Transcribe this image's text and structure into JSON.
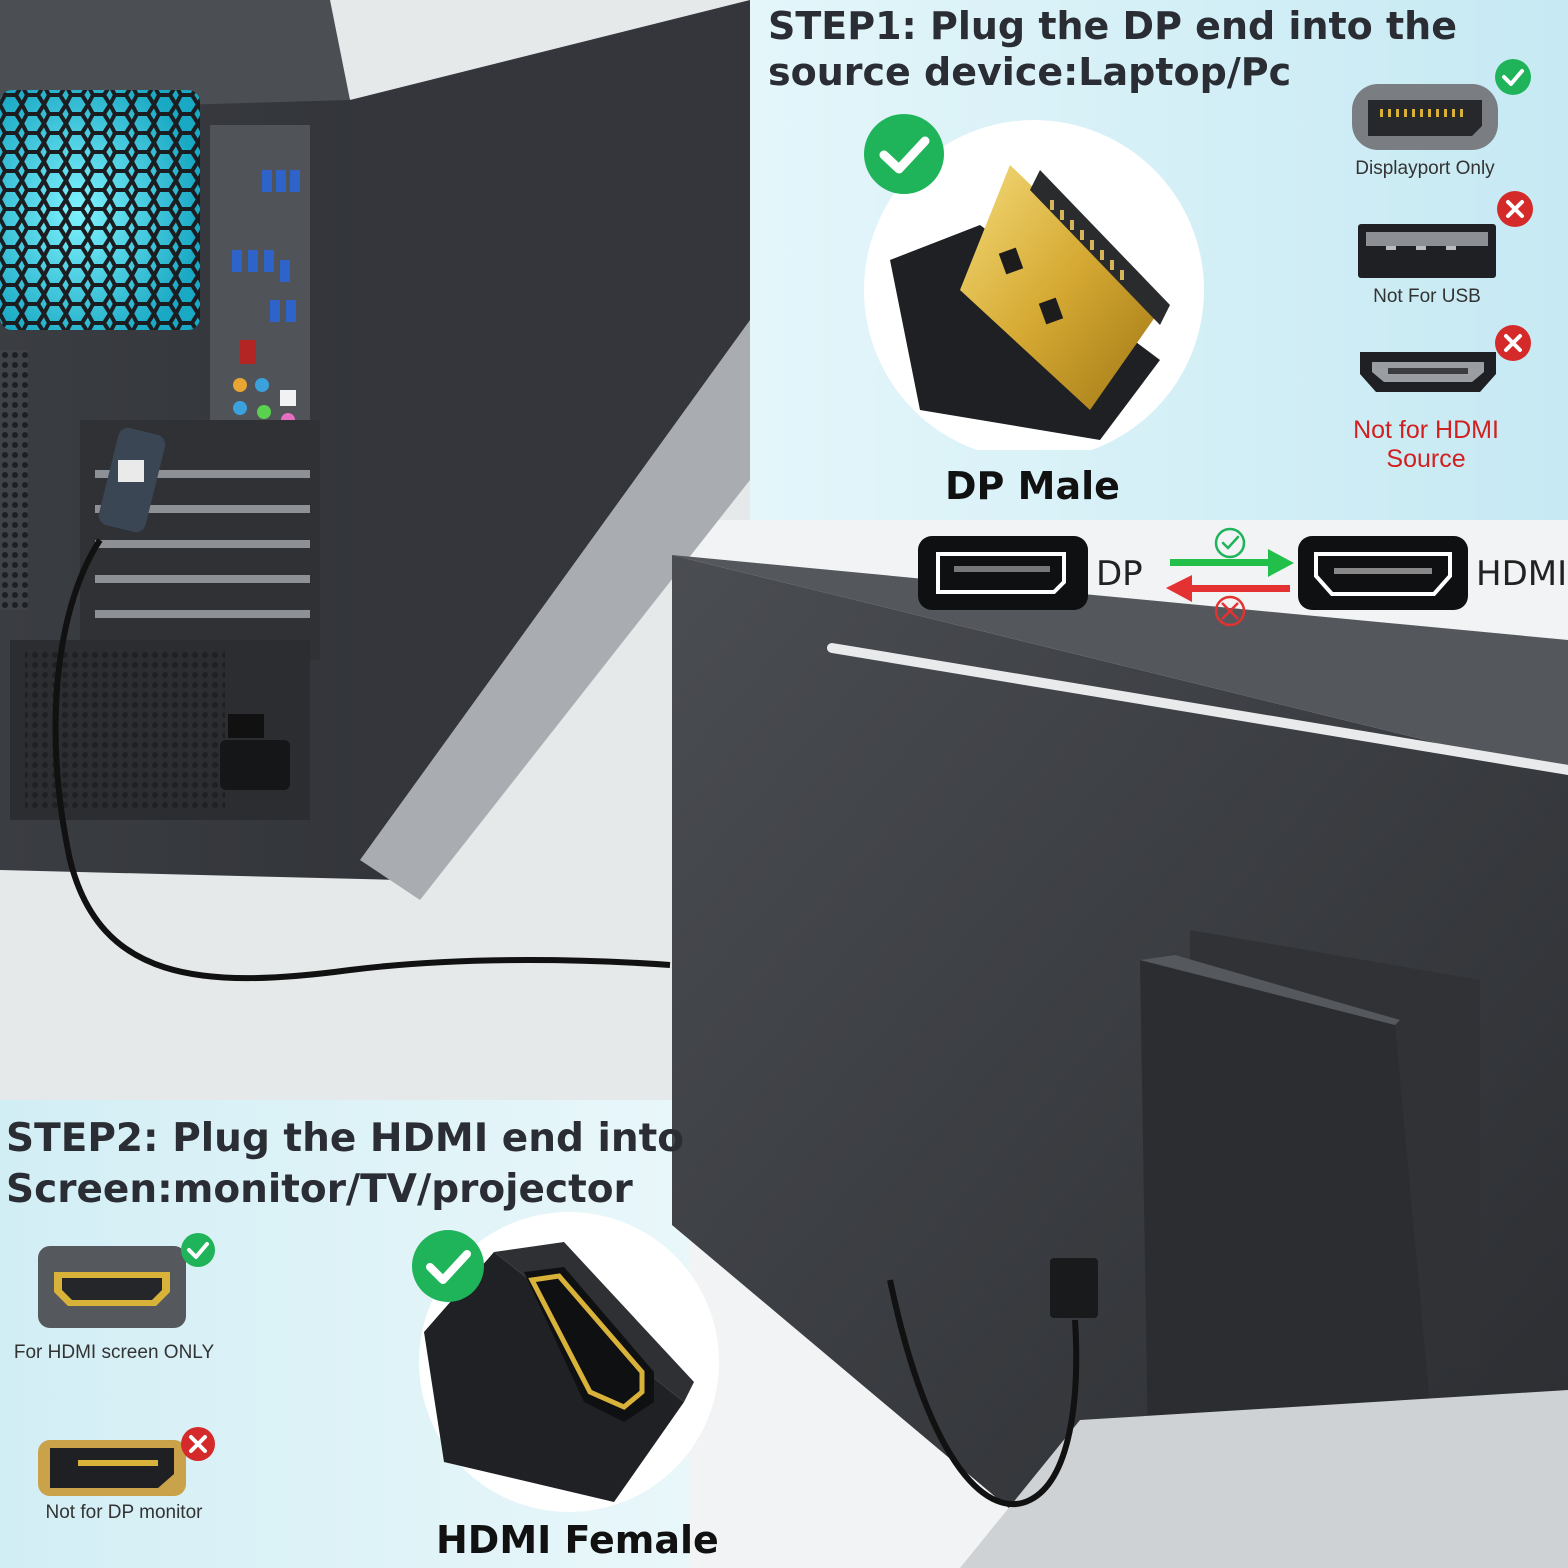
{
  "step1": {
    "title_line1": "STEP1: Plug the DP end into the",
    "title_line2": "source device:Laptop/Pc",
    "connector_label": "DP Male",
    "ports": [
      {
        "caption": "Displayport Only",
        "status": "ok"
      },
      {
        "caption": "Not For USB",
        "status": "no"
      },
      {
        "caption_line1": "Not for HDMI",
        "caption_line2": "Source",
        "status": "no"
      }
    ]
  },
  "conversion": {
    "from_label": "DP",
    "to_label": "HDMI"
  },
  "step2": {
    "title_line1": "STEP2: Plug the HDMI end into",
    "title_line2": "Screen:monitor/TV/projector",
    "connector_label": "HDMI Female",
    "ports": [
      {
        "caption": "For HDMI screen ONLY",
        "status": "ok"
      },
      {
        "caption": "Not for DP monitor",
        "status": "no"
      }
    ]
  },
  "colors": {
    "ok_green": "#1fb45a",
    "no_red": "#d42a2a",
    "panel_blue": "#c9ecf4",
    "gold": "#d9b23a"
  },
  "icons": [
    "check-circle-icon",
    "x-circle-icon",
    "right-arrow-icon",
    "left-arrow-icon"
  ]
}
